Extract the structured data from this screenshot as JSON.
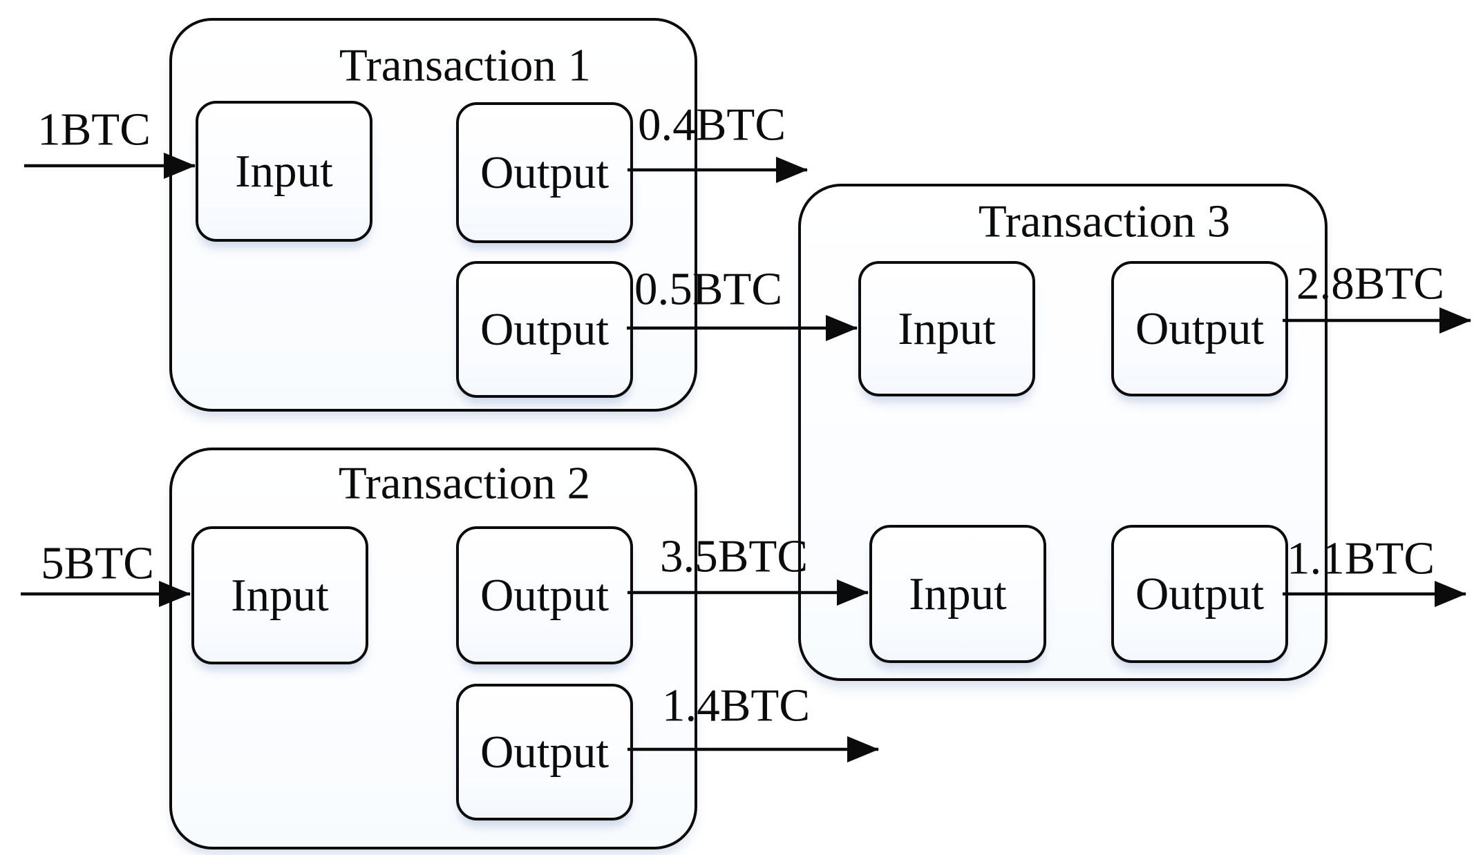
{
  "transactions": {
    "t1": {
      "title": "Transaction 1",
      "input": "Input",
      "output1": "Output",
      "output2": "Output"
    },
    "t2": {
      "title": "Transaction 2",
      "input": "Input",
      "output1": "Output",
      "output2": "Output"
    },
    "t3": {
      "title": "Transaction 3",
      "input1": "Input",
      "input2": "Input",
      "output1": "Output",
      "output2": "Output"
    }
  },
  "flows": {
    "t1_in": "1BTC",
    "t1_out1": "0.4BTC",
    "t1_to_t3": "0.5BTC",
    "t2_in": "5BTC",
    "t2_to_t3": "3.5BTC",
    "t2_out2": "1.4BTC",
    "t3_out1": "2.8BTC",
    "t3_out2": "1.1BTC"
  },
  "colors": {
    "line": "#0b0b0b",
    "background": "#ffffff"
  }
}
